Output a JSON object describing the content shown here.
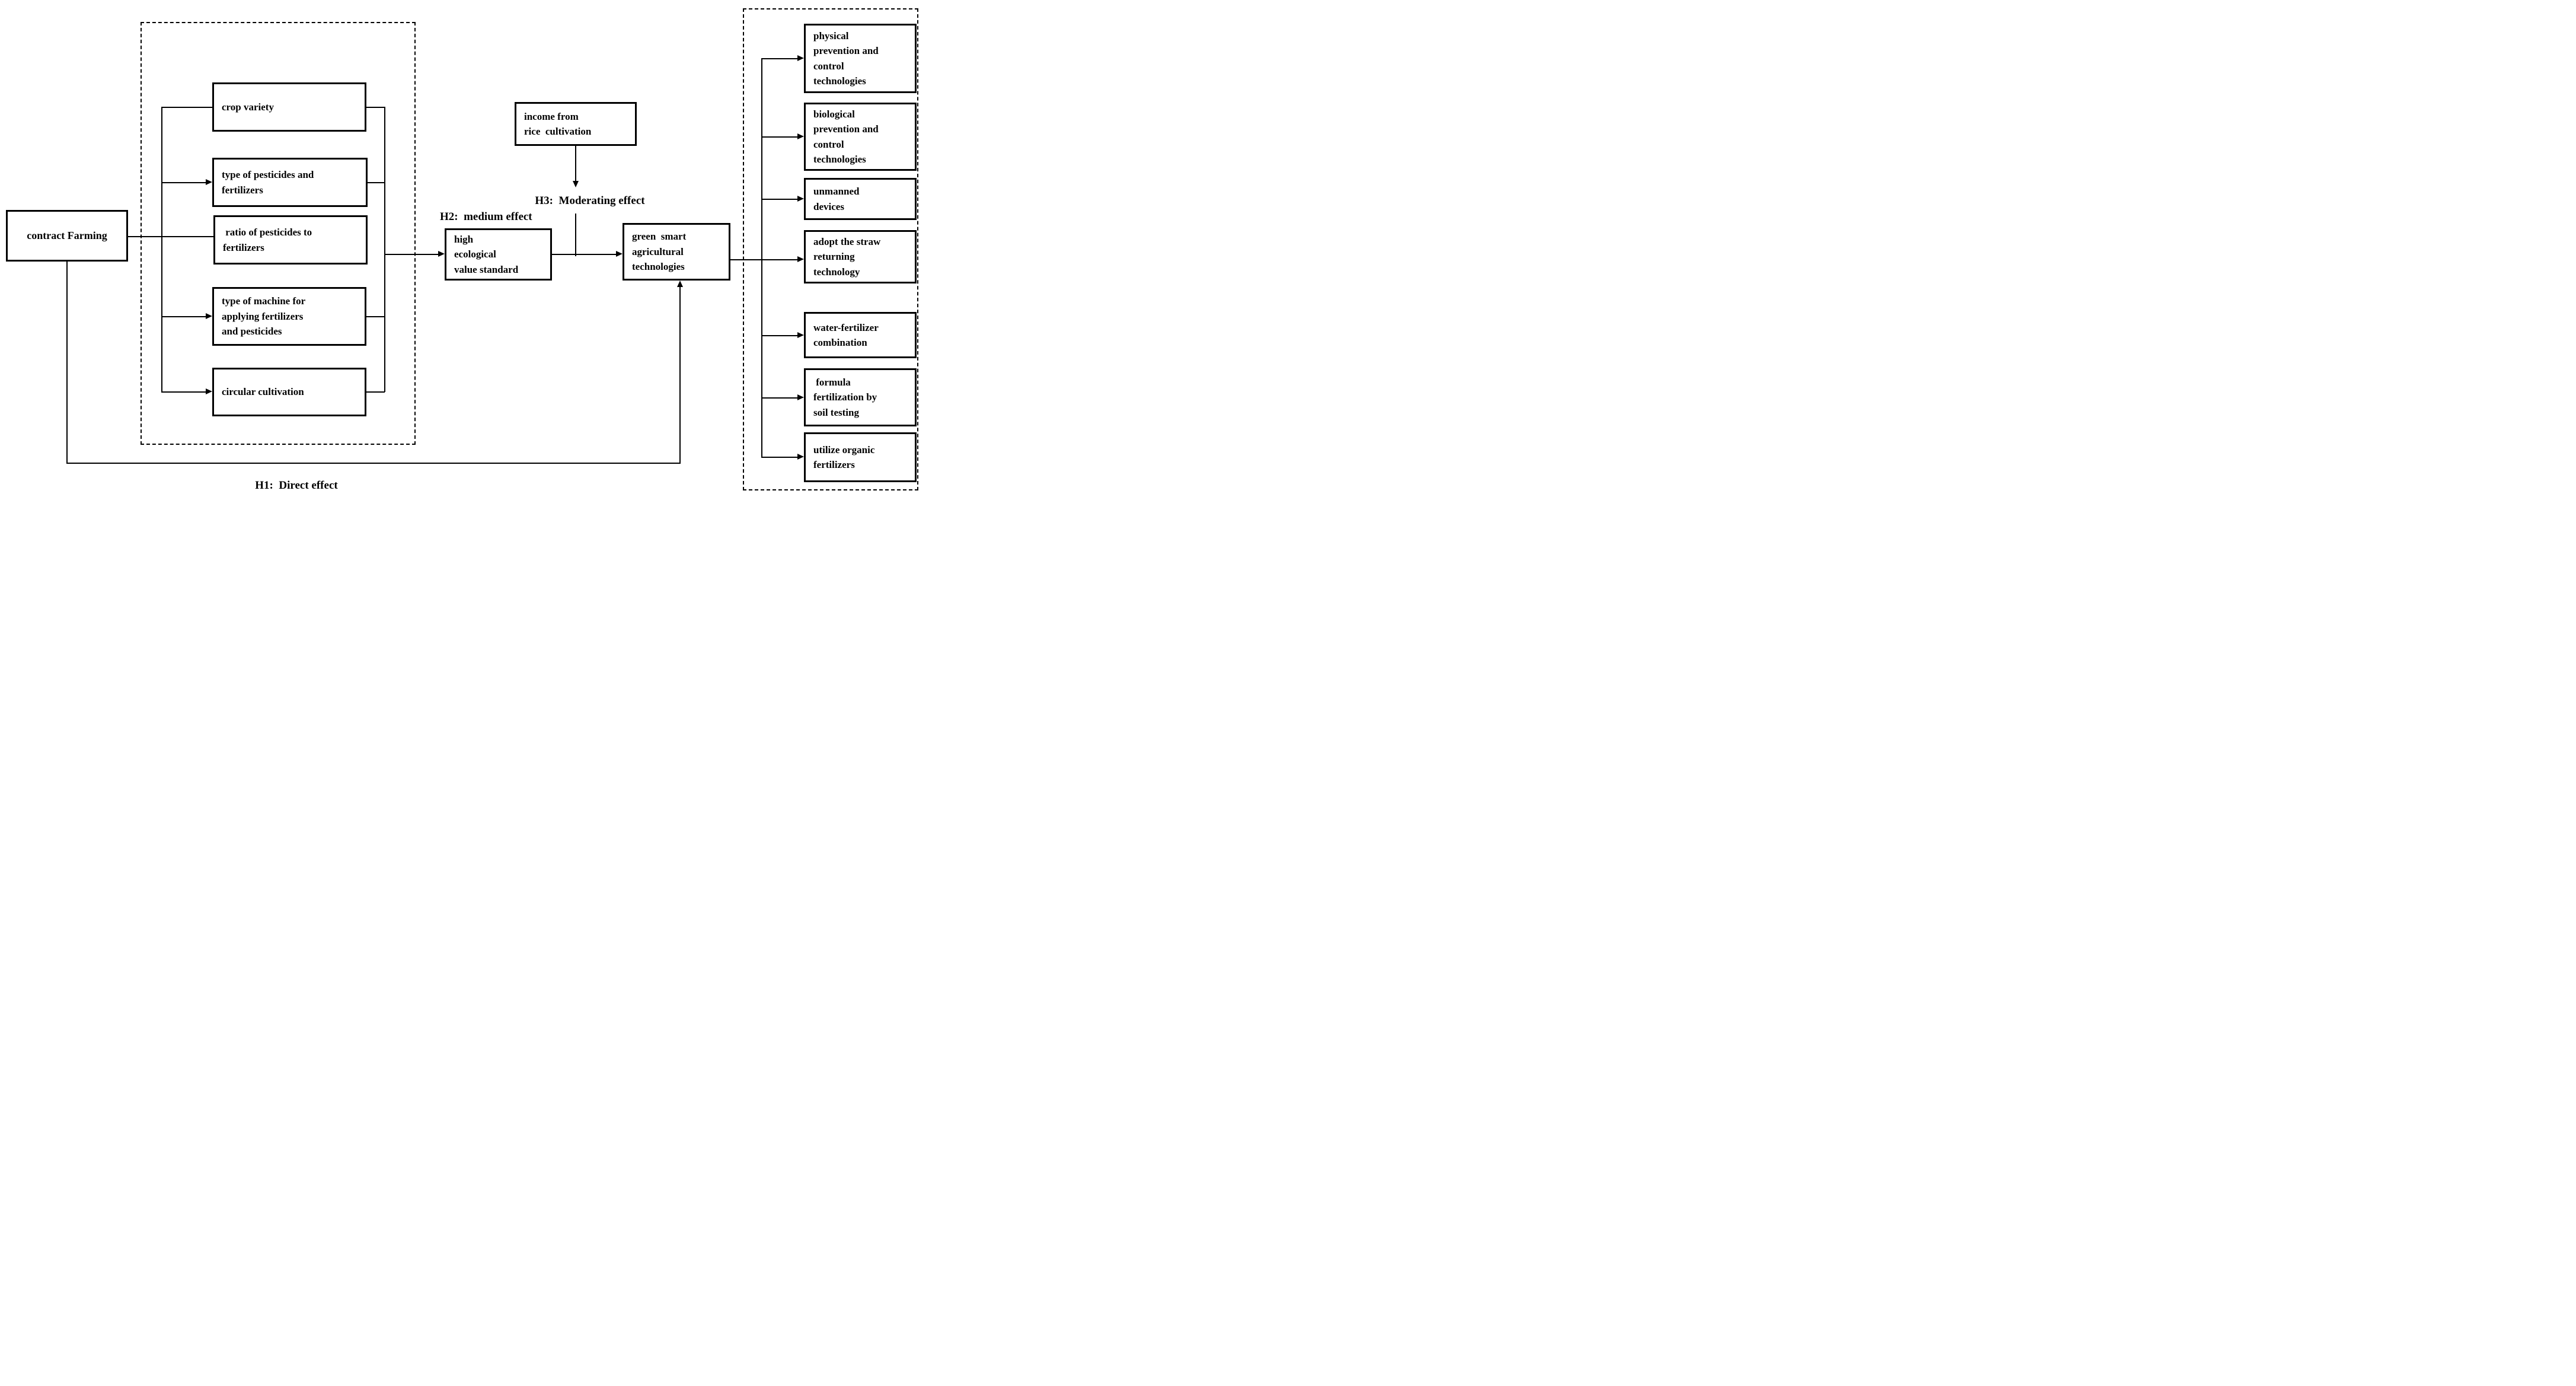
{
  "figure": {
    "antecedent": {
      "label": "contract Farming"
    },
    "mediators_group": {
      "boxes": [
        {
          "label": "crop variety"
        },
        {
          "label": "type of pesticides and\nfertilizers"
        },
        {
          "label": " ratio of pesticides to\nfertilizers"
        },
        {
          "label": "type of machine for\napplying fertilizers\nand pesticides"
        },
        {
          "label": "circular cultivation"
        }
      ]
    },
    "moderator": {
      "label": "income from\nrice  cultivation"
    },
    "mediator": {
      "label": "high\necological\nvalue standard"
    },
    "outcome": {
      "label": "green  smart\nagricultural\ntechnologies"
    },
    "technologies_group": {
      "boxes": [
        {
          "label": "physical\nprevention and\ncontrol\ntechnologies"
        },
        {
          "label": "biological\nprevention and\ncontrol\ntechnologies"
        },
        {
          "label": "unmanned\ndevices"
        },
        {
          "label": "adopt the straw\nreturning\ntechnology"
        },
        {
          "label": "water-fertilizer\ncombination"
        },
        {
          "label": " formula\nfertilization by\nsoil testing"
        },
        {
          "label": "utilize organic\nfertilizers"
        }
      ]
    },
    "hypotheses": {
      "h1": "H1:  Direct effect",
      "h2": "H2:  medium effect",
      "h3": "H3:  Moderating effect"
    },
    "colors": {
      "line": "#000000",
      "box_border": "#000000",
      "background": "#ffffff",
      "text": "#000000"
    }
  }
}
